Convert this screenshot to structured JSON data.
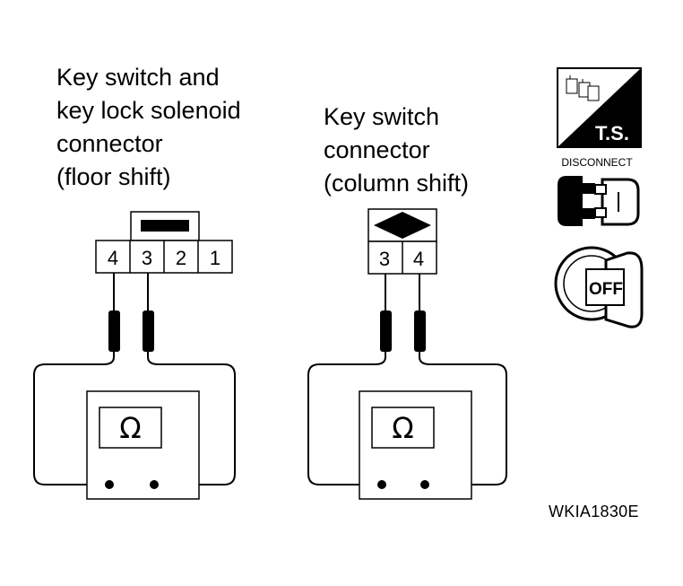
{
  "labels": {
    "floor_shift": [
      "Key switch and",
      "key lock solenoid",
      "connector",
      "(floor shift)"
    ],
    "column_shift": [
      "Key switch",
      "connector",
      "(column shift)"
    ]
  },
  "connector_floor": {
    "pins": [
      "4",
      "3",
      "2",
      "1"
    ]
  },
  "connector_column": {
    "pins": [
      "3",
      "4"
    ]
  },
  "meter": {
    "symbol": "Ω"
  },
  "icons": {
    "ts_label": "T.S.",
    "disconnect_label": "DISCONNECT",
    "key_label": "OFF"
  },
  "figure_code": "WKIA1830E"
}
